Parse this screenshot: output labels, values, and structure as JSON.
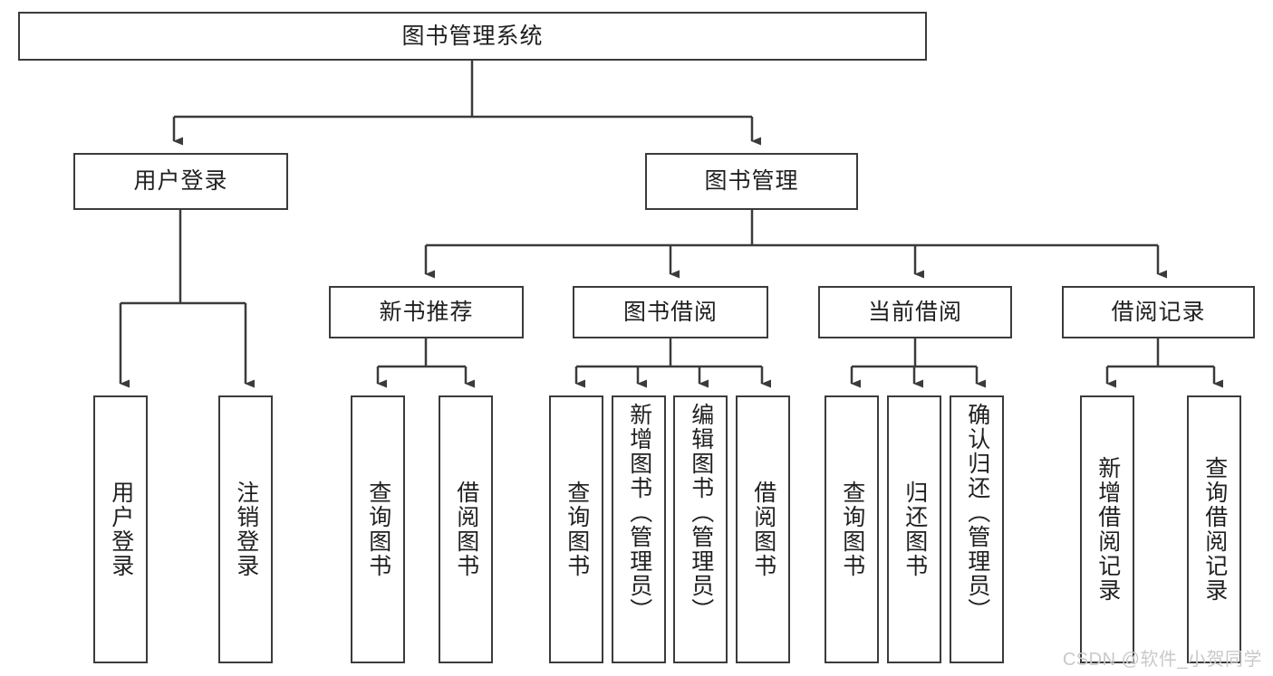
{
  "diagram": {
    "type": "hierarchy-tree",
    "title": "图书管理系统",
    "watermark": "CSDN @软件_小贺同学",
    "colors": {
      "stroke": "#3b3b3b",
      "fill": "#ffffff",
      "text": "#1f1f1f",
      "watermark": "#c9c9c9"
    },
    "nodes": {
      "root": {
        "label": "图书管理系统"
      },
      "level2": [
        {
          "id": "user-login",
          "label": "用户登录"
        },
        {
          "id": "book-manage",
          "label": "图书管理"
        }
      ],
      "level3": [
        {
          "id": "new-book-rec",
          "label": "新书推荐"
        },
        {
          "id": "book-borrow",
          "label": "图书借阅"
        },
        {
          "id": "current-borrow",
          "label": "当前借阅"
        },
        {
          "id": "borrow-record",
          "label": "借阅记录"
        }
      ],
      "leaves": {
        "user-login": [
          {
            "id": "leaf-user-login",
            "label": "用户登录"
          },
          {
            "id": "leaf-logout",
            "label": "注销登录"
          }
        ],
        "new-book-rec": [
          {
            "id": "leaf-query-book-1",
            "label": "查询图书"
          },
          {
            "id": "leaf-borrow-book-1",
            "label": "借阅图书"
          }
        ],
        "book-borrow": [
          {
            "id": "leaf-query-book-2",
            "label": "查询图书"
          },
          {
            "id": "leaf-add-book",
            "label": "新增图书（管理员）"
          },
          {
            "id": "leaf-edit-book",
            "label": "编辑图书（管理员）"
          },
          {
            "id": "leaf-borrow-book-2",
            "label": "借阅图书"
          }
        ],
        "current-borrow": [
          {
            "id": "leaf-query-book-3",
            "label": "查询图书"
          },
          {
            "id": "leaf-return-book",
            "label": "归还图书"
          },
          {
            "id": "leaf-confirm-return",
            "label": "确认归还（管理员）"
          }
        ],
        "borrow-record": [
          {
            "id": "leaf-add-record",
            "label": "新增借阅记录"
          },
          {
            "id": "leaf-query-record",
            "label": "查询借阅记录"
          }
        ]
      }
    }
  }
}
